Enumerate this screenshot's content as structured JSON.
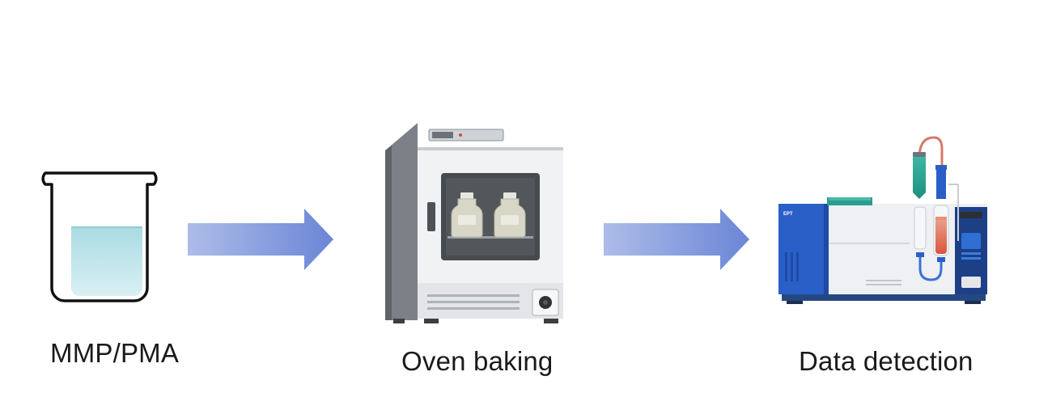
{
  "steps": [
    {
      "label": "MMP/PMA",
      "icon": "beaker-icon"
    },
    {
      "label": "Oven baking",
      "icon": "oven-icon"
    },
    {
      "label": "Data detection",
      "icon": "analyzer-icon"
    }
  ],
  "instrument_badge": "EPT",
  "colors": {
    "arrow": "#6a86d6",
    "oven_body": "#eef0f3",
    "oven_door": "#7b8187",
    "analyzer_blue": "#2a5fc7",
    "liquid": "#bfe3ea"
  }
}
